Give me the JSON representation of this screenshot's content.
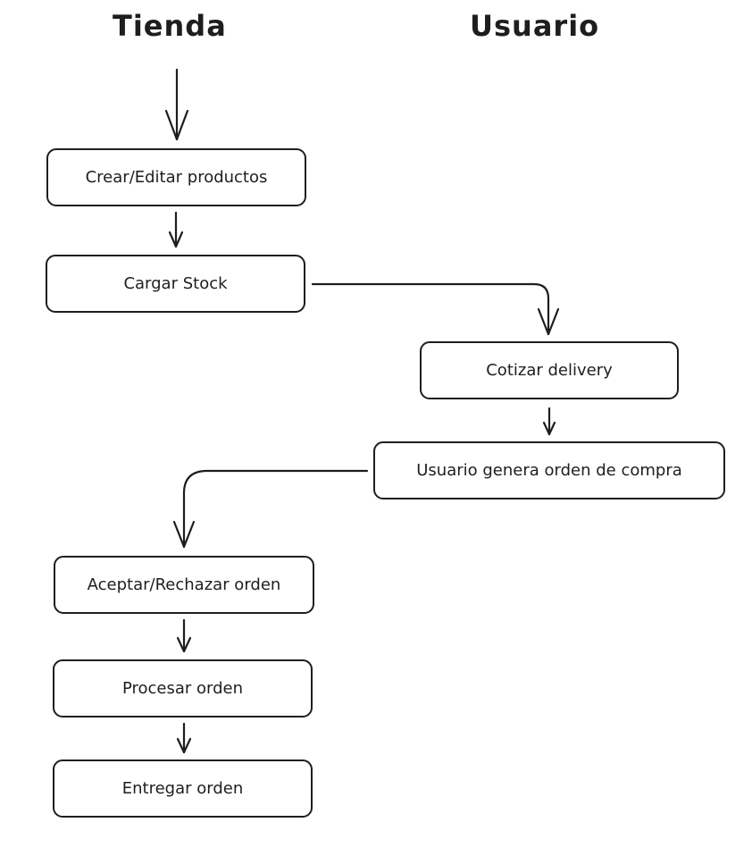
{
  "lanes": {
    "tienda": "Tienda",
    "usuario": "Usuario"
  },
  "nodes": {
    "crear": "Crear/Editar productos",
    "cargar": "Cargar Stock",
    "cotizar": "Cotizar delivery",
    "orden": "Usuario genera orden de compra",
    "aceptar": "Aceptar/Rechazar orden",
    "procesar": "Procesar orden",
    "entregar": "Entregar orden"
  },
  "edges": [
    {
      "from": "start",
      "to": "crear"
    },
    {
      "from": "crear",
      "to": "cargar"
    },
    {
      "from": "cargar",
      "to": "cotizar"
    },
    {
      "from": "cotizar",
      "to": "orden"
    },
    {
      "from": "orden",
      "to": "aceptar"
    },
    {
      "from": "aceptar",
      "to": "procesar"
    },
    {
      "from": "procesar",
      "to": "entregar"
    }
  ],
  "colors": {
    "stroke": "#1e1e1e",
    "background": "#ffffff"
  }
}
